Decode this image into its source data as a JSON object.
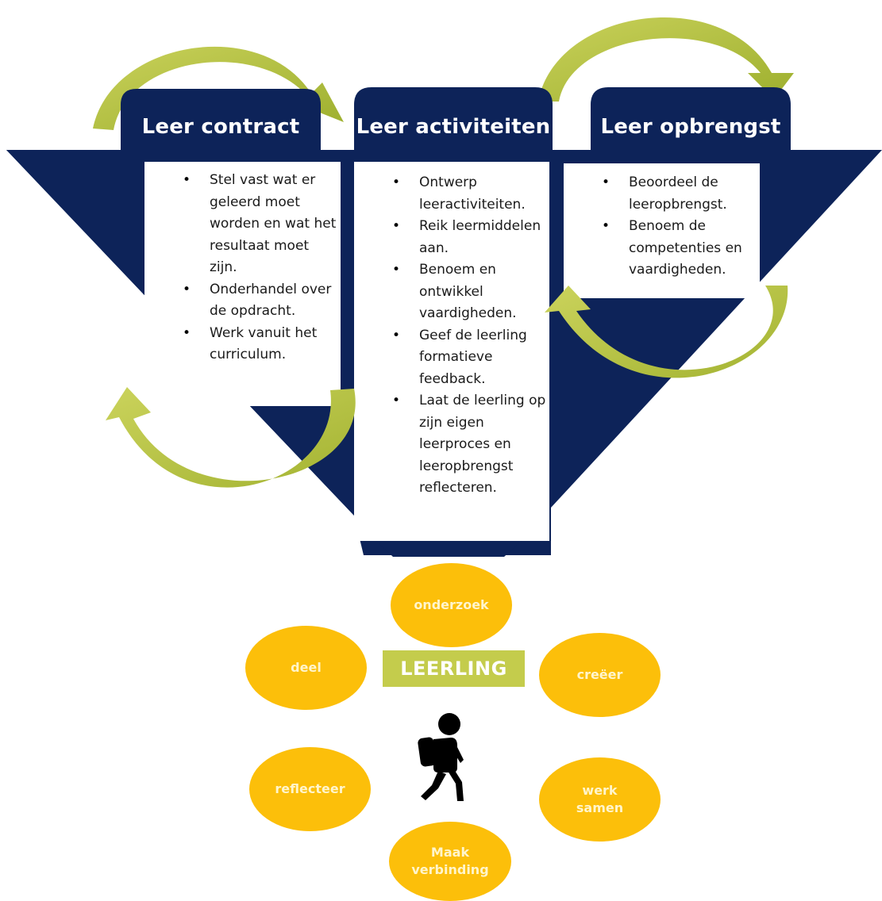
{
  "colors": {
    "navy": "#0d2359",
    "arrow_green": "#b6c43c",
    "bubble_yellow": "#fcbf0a",
    "label_green": "#c4cc4c"
  },
  "columns": [
    {
      "title": "Leer contract",
      "items": [
        "Stel vast wat er geleerd moet worden en wat het resultaat moet zijn.",
        "Onderhandel over de opdracht.",
        "Werk vanuit het curriculum."
      ]
    },
    {
      "title": "Leer activiteiten",
      "items": [
        "Ontwerp leeractiviteiten.",
        "Reik leermiddelen aan.",
        "Benoem en ontwikkel vaardigheden.",
        "Geef de leerling formatieve feedback.",
        "Laat de leerling op zijn eigen leerproces en leeropbrengst reflecteren."
      ]
    },
    {
      "title": "Leer opbrengst",
      "items": [
        "Beoordeel de leeropbrengst.",
        "Benoem de competenties en vaardigheden."
      ]
    }
  ],
  "center_label": "LEERLING",
  "center_icon": "walking-student-icon",
  "bubbles": [
    {
      "key": "onderzoek",
      "label": "onderzoek"
    },
    {
      "key": "deel",
      "label": "deel"
    },
    {
      "key": "creeer",
      "label": "creëer"
    },
    {
      "key": "reflecteer",
      "label": "reflecteer"
    },
    {
      "key": "werk-samen",
      "label": "werk\nsamen"
    },
    {
      "key": "maak-verbinding",
      "label": "Maak\nverbinding"
    }
  ]
}
